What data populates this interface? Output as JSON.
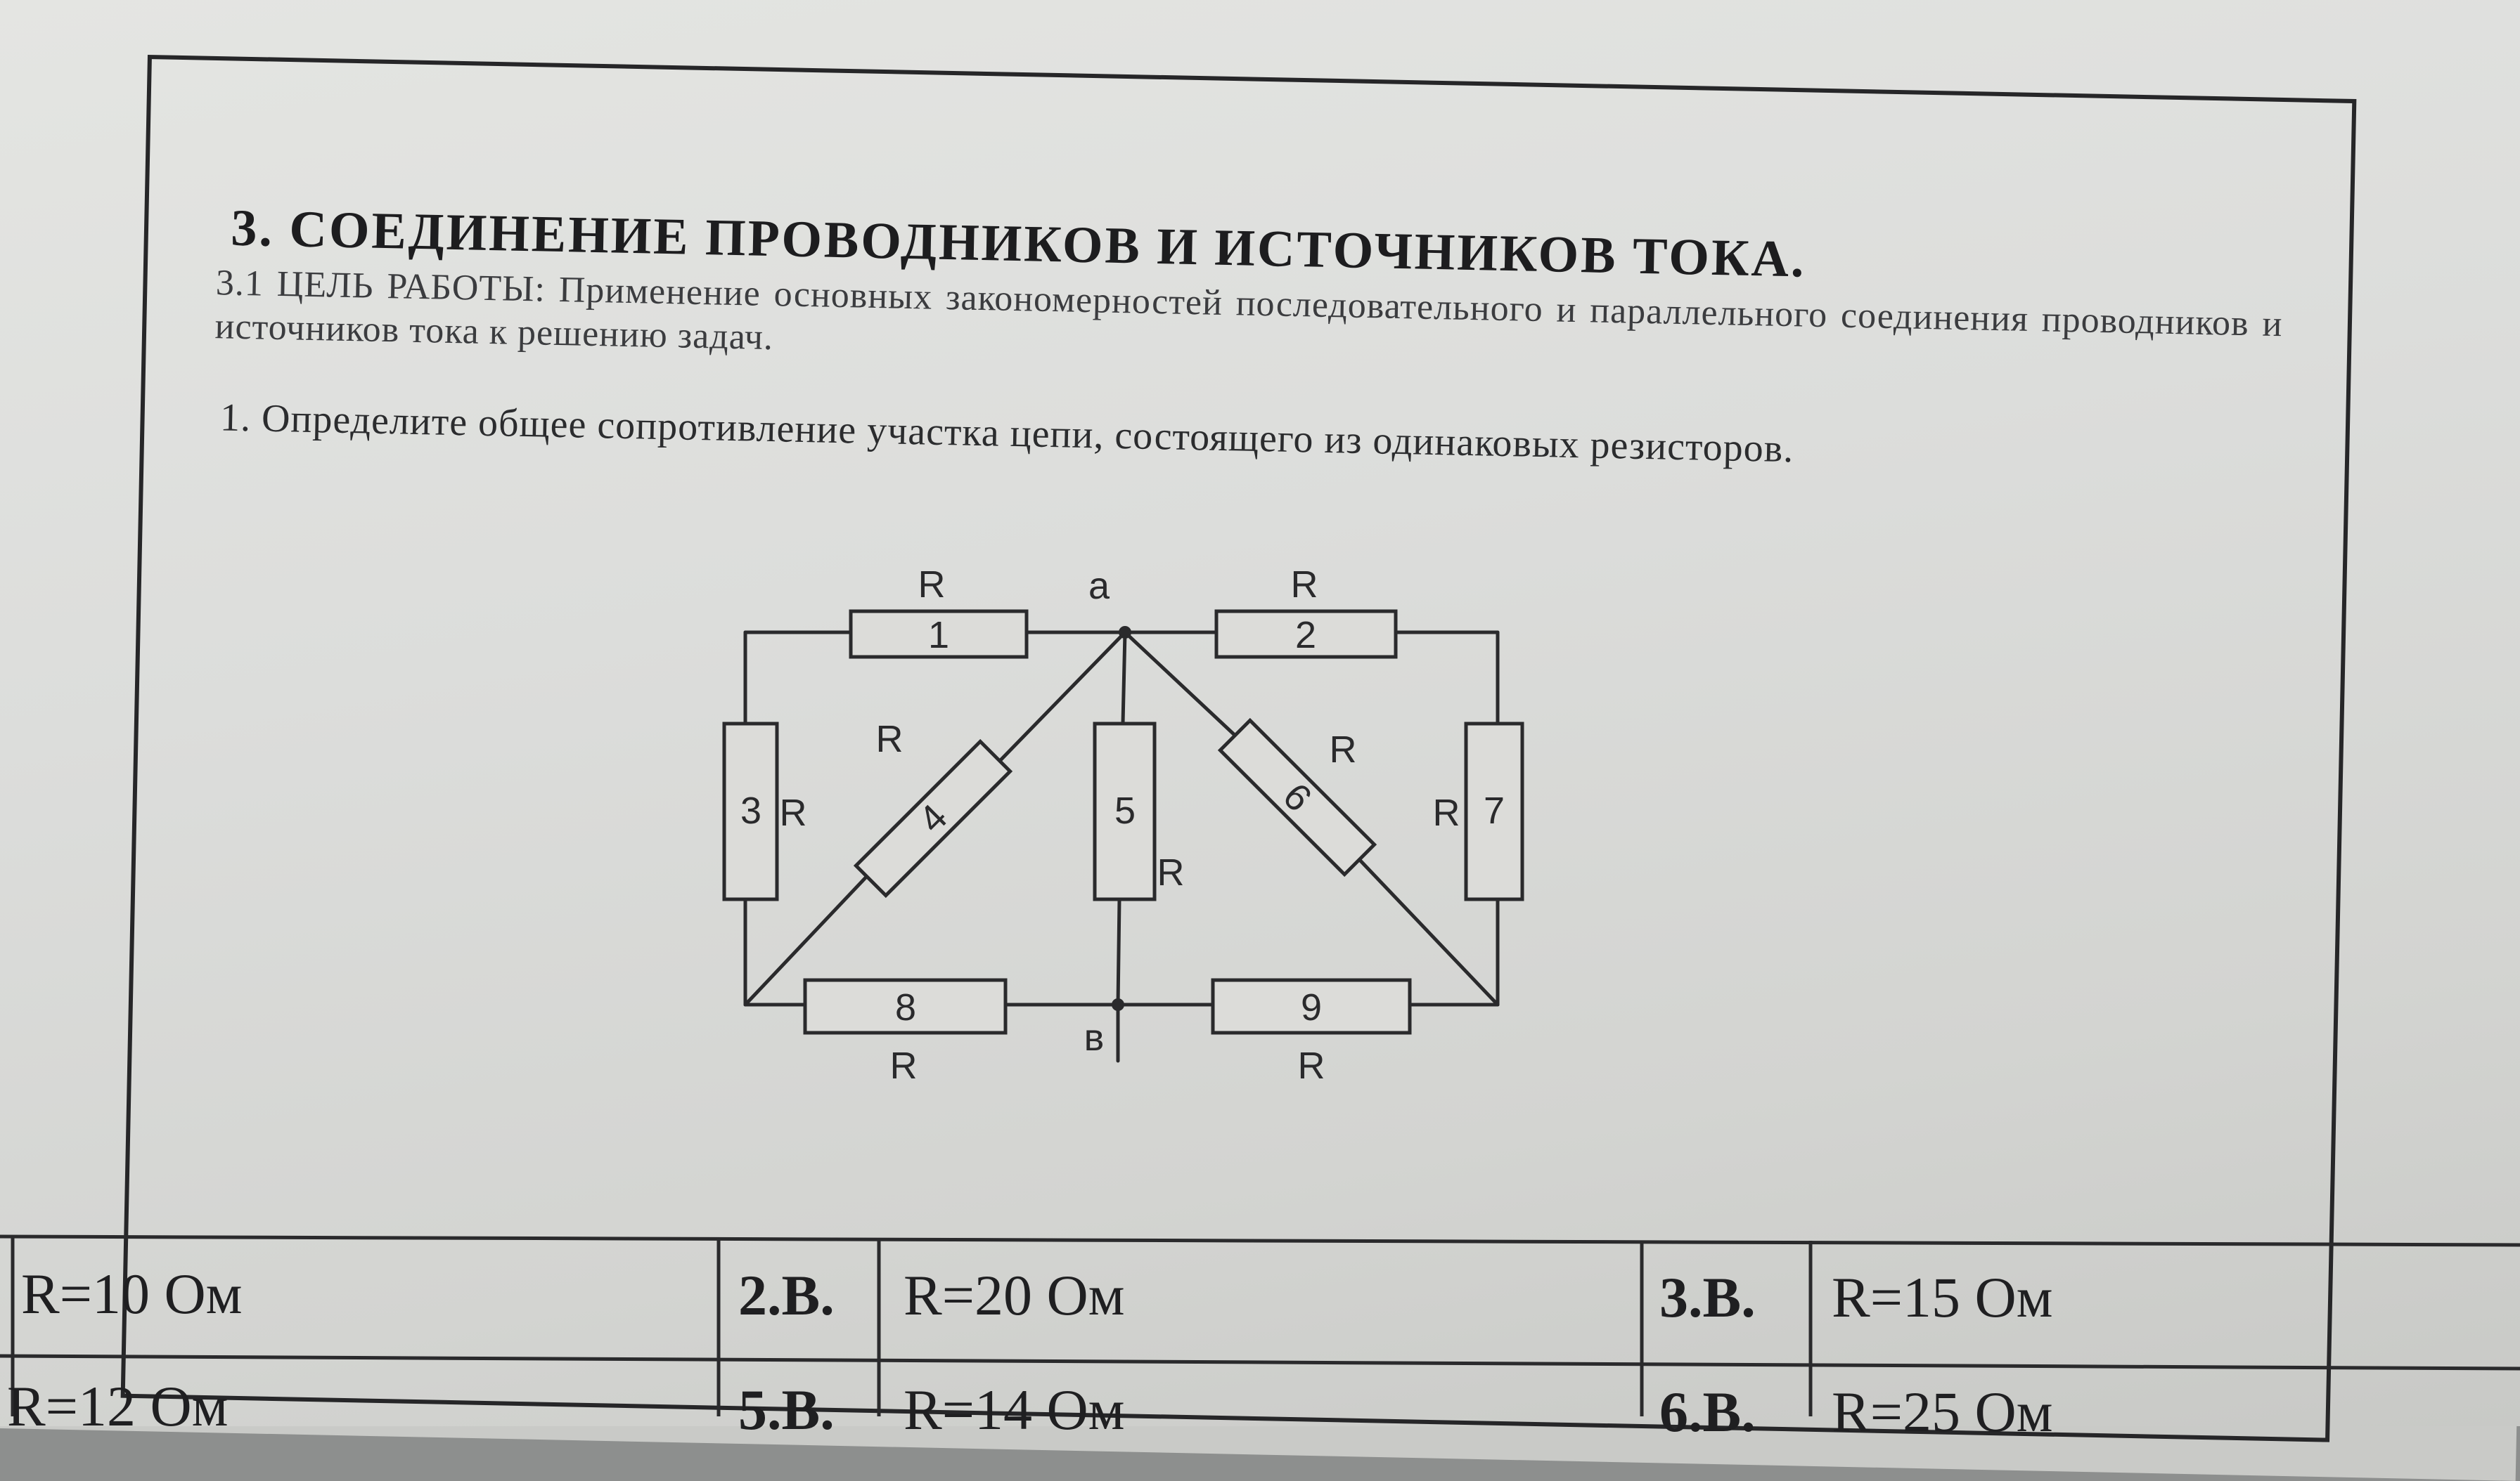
{
  "document": {
    "title": "3. СОЕДИНЕНИЕ ПРОВОДНИКОВ И ИСТОЧНИКОВ ТОКА.",
    "goal": "3.1 ЦЕЛЬ РАБОТЫ: Применение основных закономерностей последовательного и параллельного соединения проводников и источников тока к решению задач.",
    "task": "1. Определите общее сопротивление участка цепи, состоящего из одинаковых резисторов."
  },
  "circuit": {
    "node_a": "a",
    "node_b": "в",
    "resistor_symbol": "R",
    "resistors": [
      "1",
      "2",
      "3",
      "4",
      "5",
      "6",
      "7",
      "8",
      "9"
    ]
  },
  "table": {
    "row1": [
      "R=10 Ом",
      "2.В.",
      "R=20 Ом",
      "3.В.",
      "R=15 Ом"
    ],
    "row2": [
      "R=12 Ом",
      "5.В.",
      "R=14 Ом",
      "6.В.",
      "R=25 Ом"
    ]
  }
}
